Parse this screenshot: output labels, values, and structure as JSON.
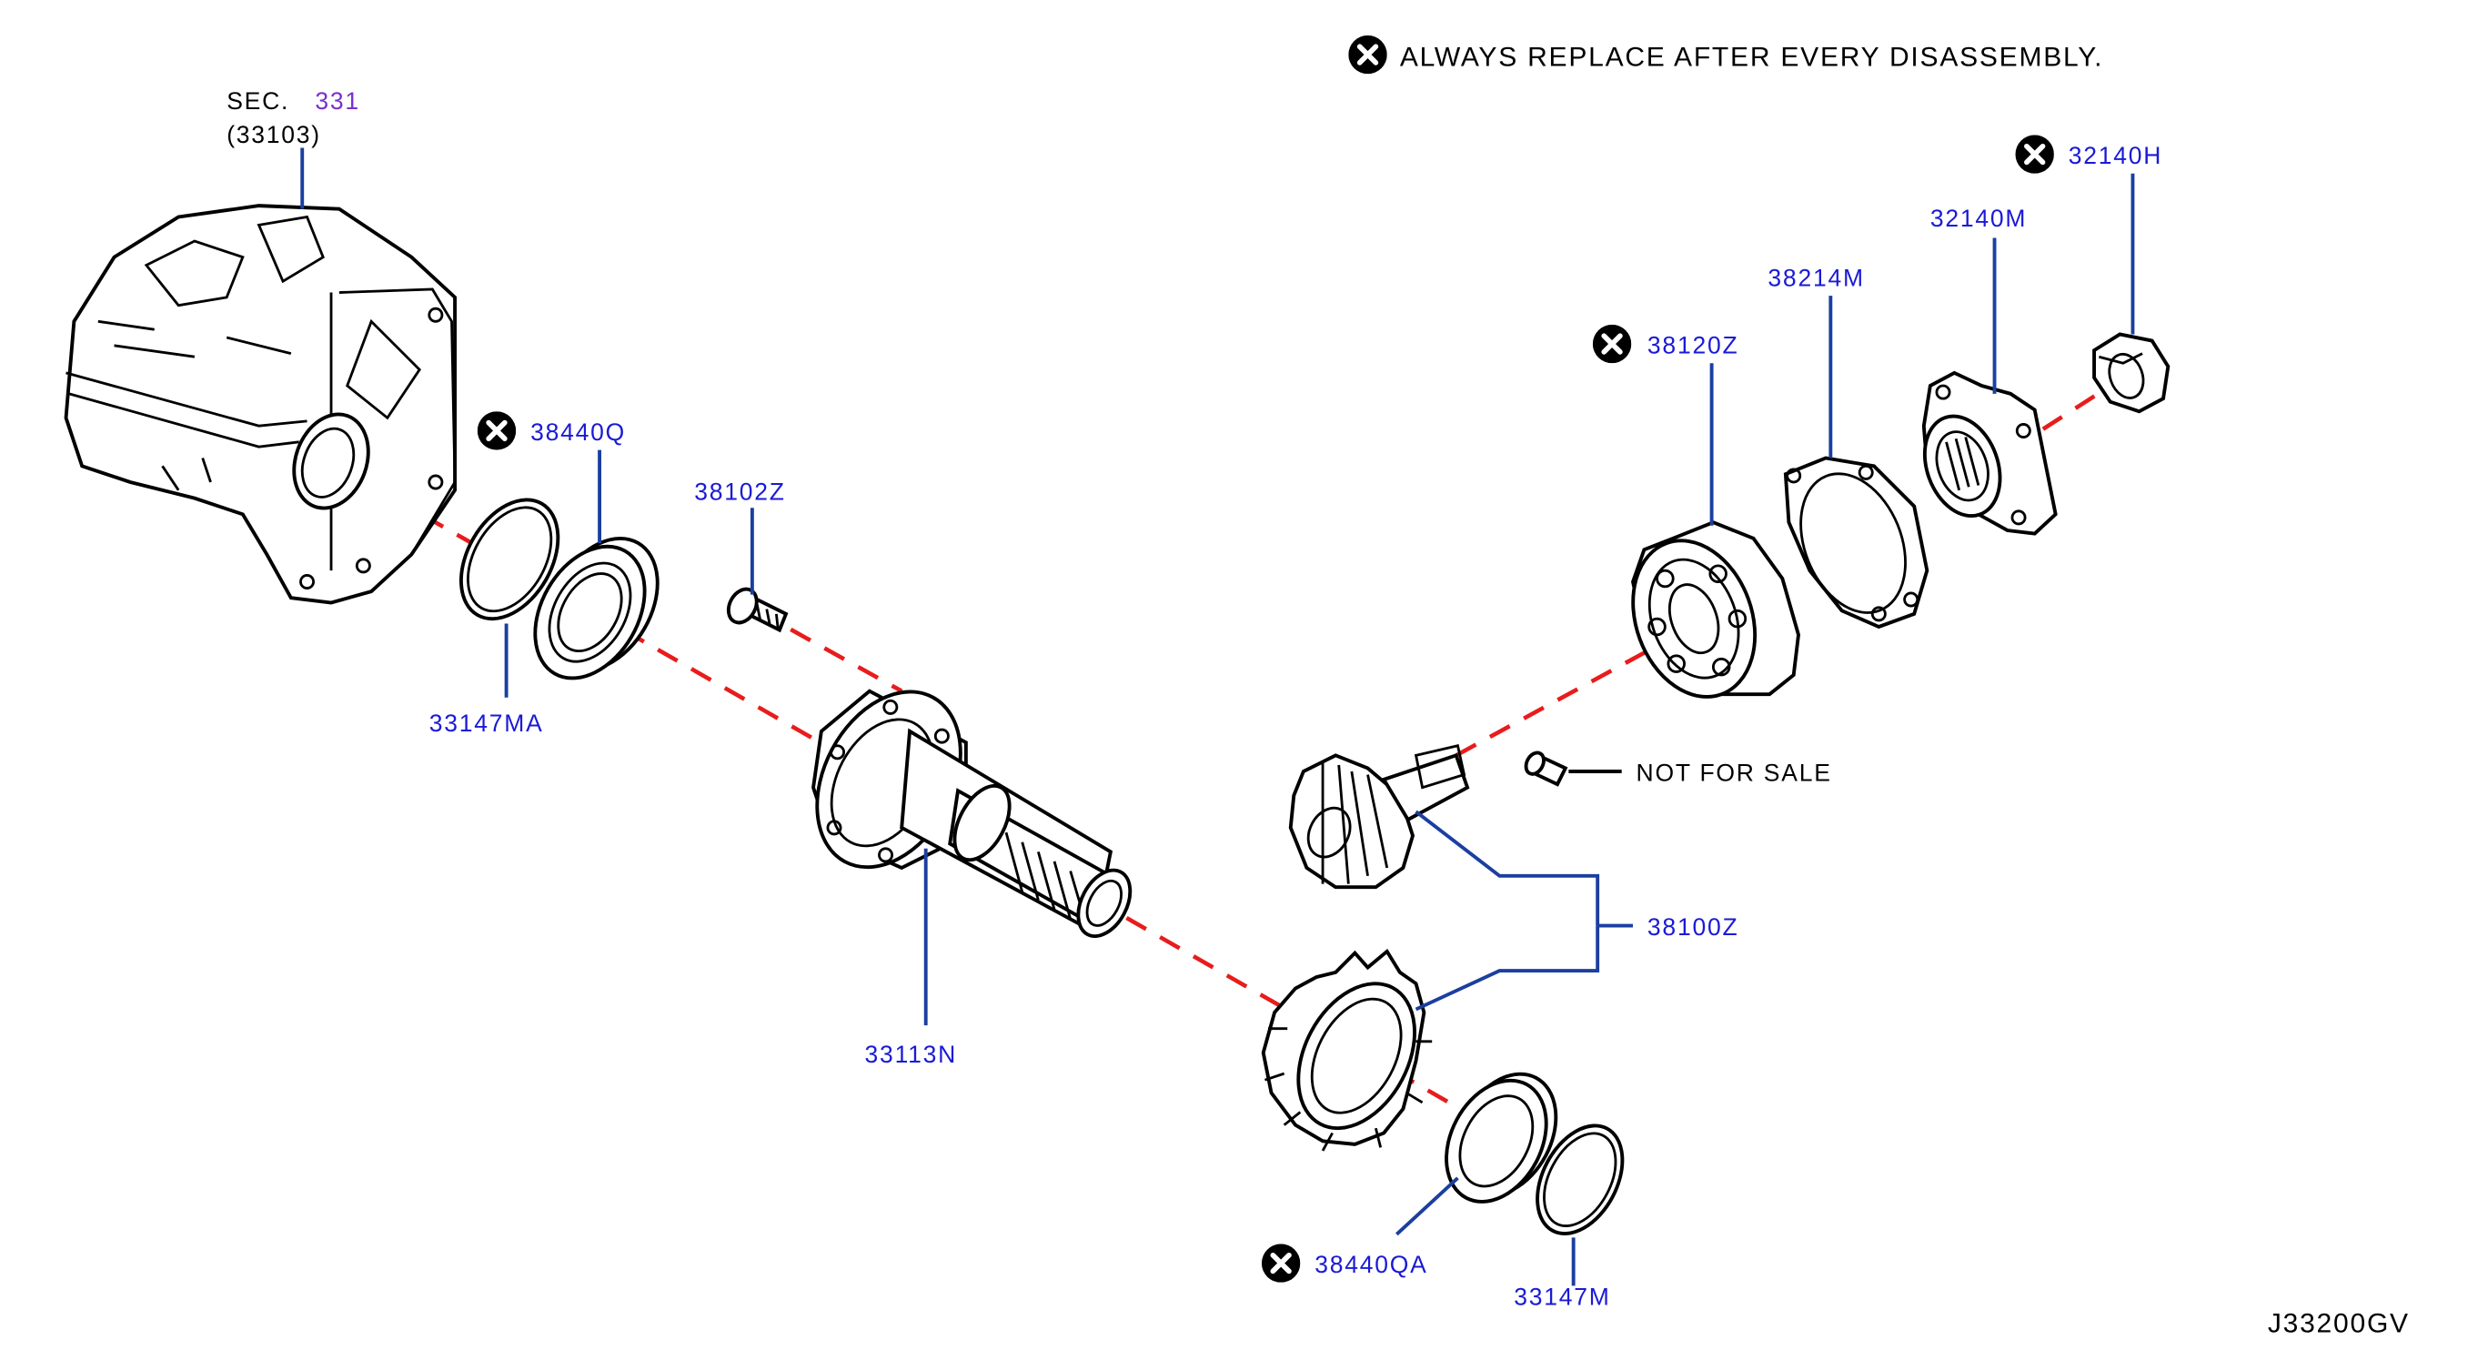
{
  "colors": {
    "label": "#1a1ad6",
    "leader": "#1b3fa0",
    "axis": "#e81c1c",
    "section_ref": "#7a2fd0",
    "ink": "#000000"
  },
  "legend": {
    "icon": "x-circle-icon",
    "text": "ALWAYS   REPLACE   AFTER   EVERY   DISASSEMBLY."
  },
  "section": {
    "prefix": "SEC.",
    "number": "331",
    "part": "(33103)"
  },
  "parts": {
    "p38440q": "38440Q",
    "p33147ma": "33147MA",
    "p38102z": "38102Z",
    "p33113n": "33113N",
    "p38100z": "38100Z",
    "p38120z": "38120Z",
    "p38214m": "38214M",
    "p32140m": "32140M",
    "p32140h": "32140H",
    "p38440qa": "38440QA",
    "p33147m": "33147M"
  },
  "not_for_sale": "NOT   FOR   SALE",
  "diagram_code": "J33200GV"
}
